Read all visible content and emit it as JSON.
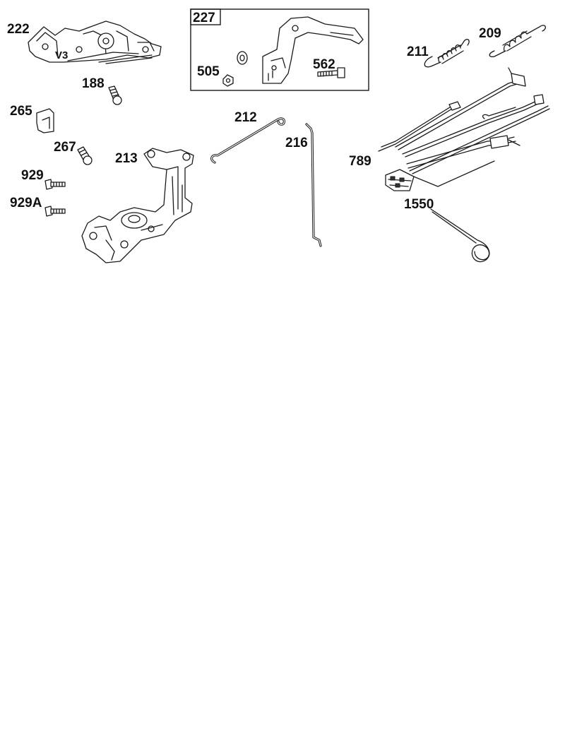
{
  "diagram": {
    "kit_label": "227",
    "stamp_text": "V3",
    "parts": [
      {
        "id": "222",
        "name": "control bracket assembly"
      },
      {
        "id": "188",
        "name": "screw"
      },
      {
        "id": "265",
        "name": "clip"
      },
      {
        "id": "267",
        "name": "screw"
      },
      {
        "id": "929",
        "name": "bolt"
      },
      {
        "id": "929A",
        "name": "bolt"
      },
      {
        "id": "213",
        "name": "control bracket"
      },
      {
        "id": "212",
        "name": "governor link"
      },
      {
        "id": "216",
        "name": "throttle link"
      },
      {
        "id": "505",
        "name": "nut"
      },
      {
        "id": "562",
        "name": "bolt"
      },
      {
        "id": "211",
        "name": "spring"
      },
      {
        "id": "209",
        "name": "governor spring"
      },
      {
        "id": "789",
        "name": "wiring harness"
      },
      {
        "id": "1550",
        "name": "spring"
      }
    ]
  }
}
